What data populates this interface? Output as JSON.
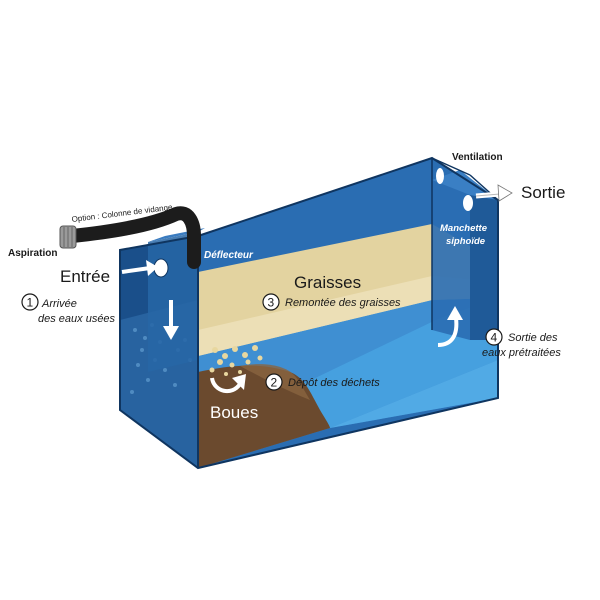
{
  "labels": {
    "aspiration": "Aspiration",
    "option_colonne": "Option : Colonne de vidange",
    "entree": "Entrée",
    "step1_num": "1",
    "step1_line1": "Arrivée",
    "step1_line2": "des eaux usées",
    "deflecteur": "Déflecteur",
    "graisses": "Graisses",
    "step3_num": "3",
    "step3_text": "Remontée des graisses",
    "step2_num": "2",
    "step2_text": "Dépôt des déchets",
    "boues": "Boues",
    "ventilation": "Ventilation",
    "sortie": "Sortie",
    "manchette_line1": "Manchette",
    "manchette_line2": "siphoïde",
    "step4_num": "4",
    "step4_line1": "Sortie des",
    "step4_line2": "eaux prétraitées"
  },
  "colors": {
    "tank_front": "#1b5c9c",
    "tank_side": "#1a4f8a",
    "tank_back": "#2a6db2",
    "water_front": "#2f7cc0",
    "grease": "#e3d3a0",
    "sludge": "#6b4a2e",
    "light_blue": "#47a3e0",
    "pipe": "#1c1c1c",
    "text_dark": "#1a1a1a",
    "text_white": "#ffffff"
  }
}
